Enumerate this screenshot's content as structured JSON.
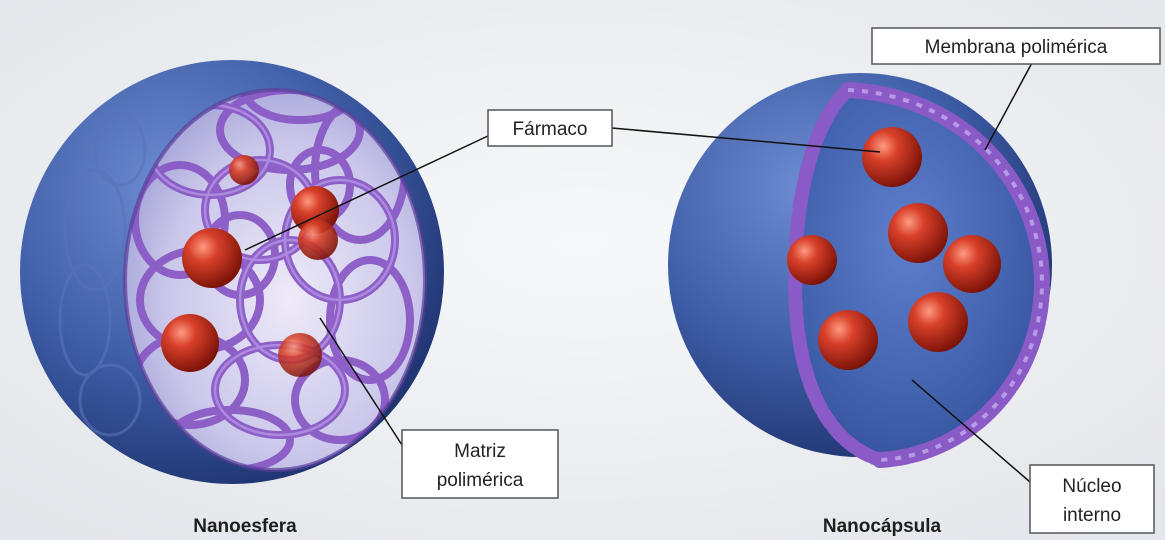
{
  "labels": {
    "membrana": "Membrana polimérica",
    "farmaco": "Fármaco",
    "matriz_line1": "Matriz",
    "matriz_line2": "polimérica",
    "nucleo_line1": "Núcleo",
    "nucleo_line2": "interno"
  },
  "captions": {
    "left": "Nanoesfera",
    "right": "Nanocápsula"
  },
  "colors": {
    "background": "#eef0f3",
    "sphere_blue": "#3f5fa8",
    "sphere_dark": "#1f3370",
    "polymer_purple": "#8a5ac6",
    "drug_red": "#b12716",
    "label_border": "#555555"
  }
}
